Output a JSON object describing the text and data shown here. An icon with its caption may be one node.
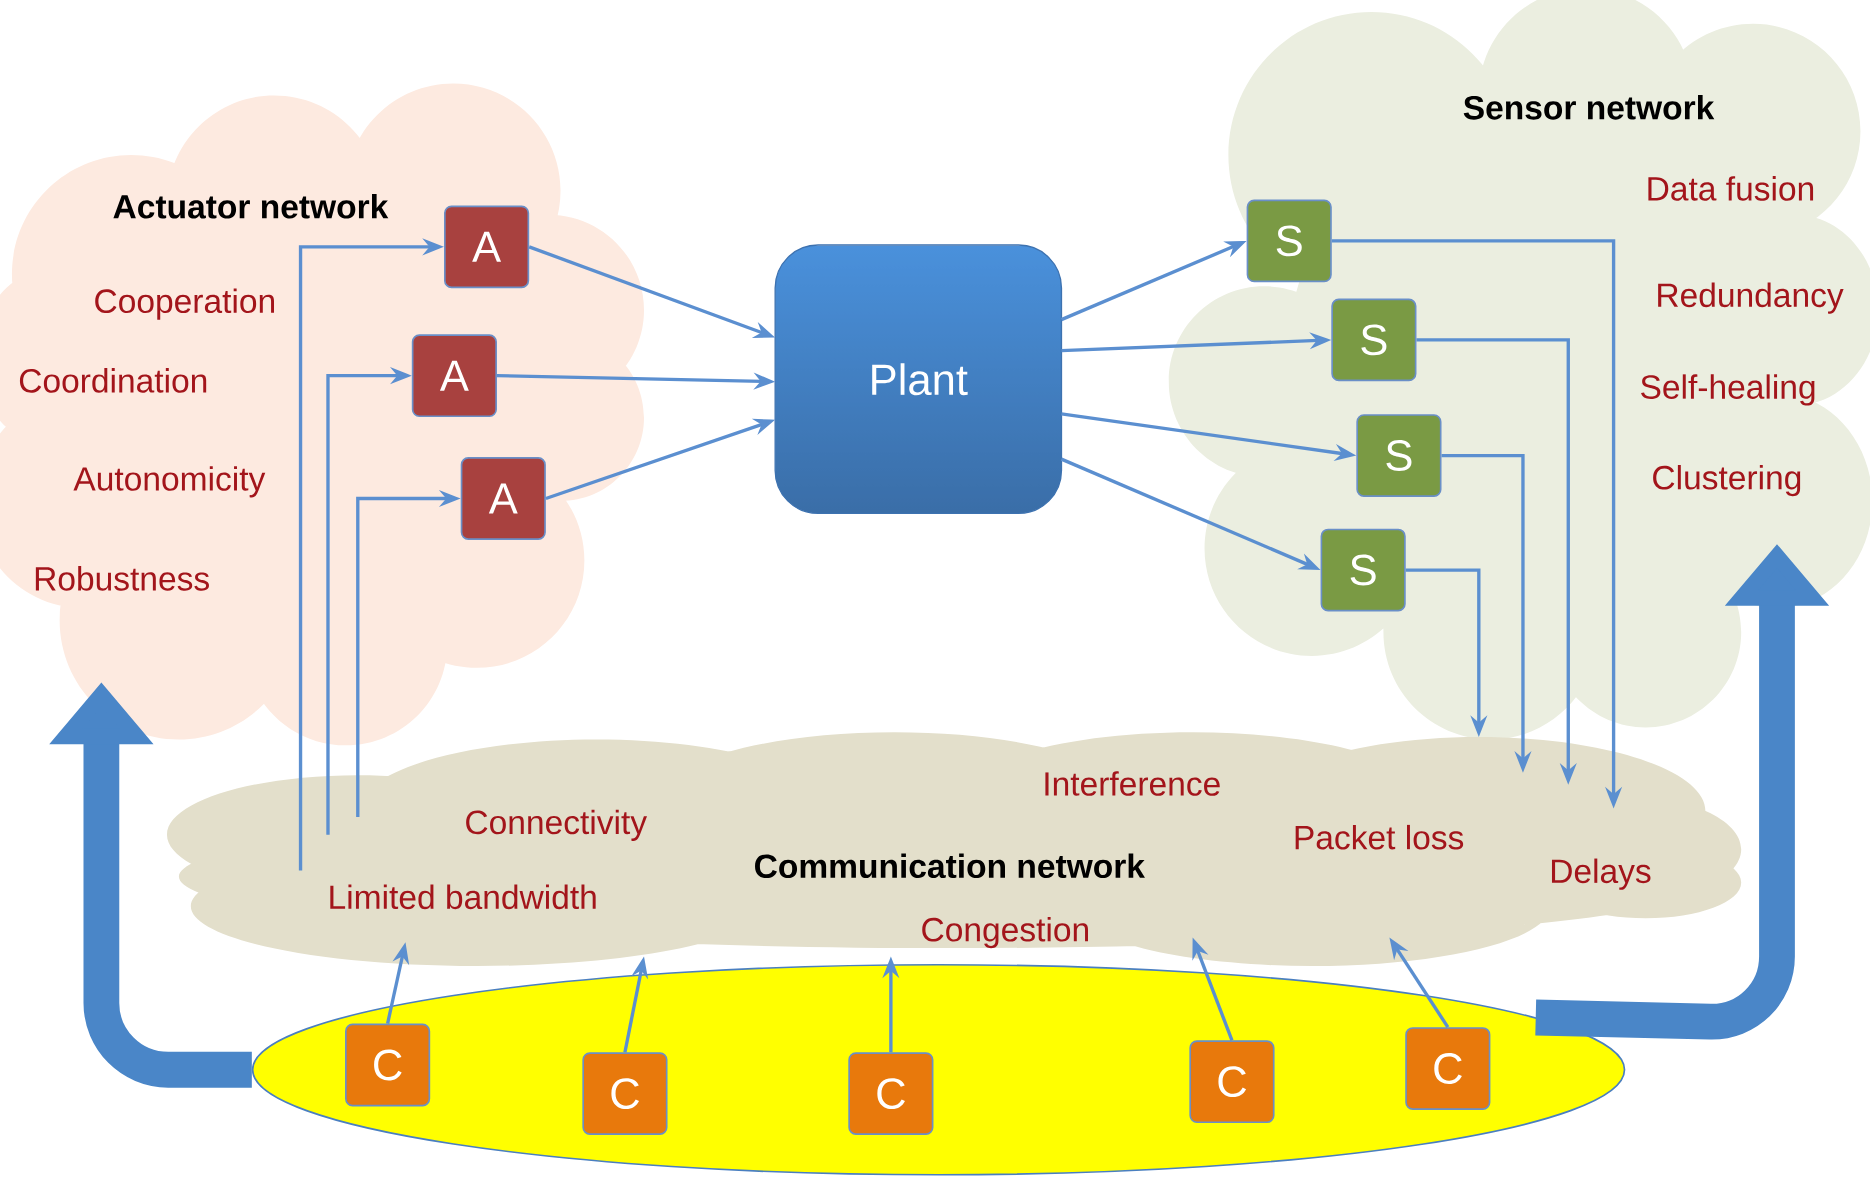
{
  "diagram": {
    "nodes": [
      {
        "text": [
          "Actuator network",
          "Cooperation",
          "Coordination",
          "Autonomicity",
          "Robustness"
        ]
      },
      {
        "text": [
          "Sensor network",
          "Data fusion",
          "Redundancy",
          "Self-healing",
          "Clustering"
        ]
      },
      {
        "text": [
          "Interference",
          "Connectivity",
          "Packet loss",
          "Communication network",
          "Delays",
          "Limited bandwidth",
          "Congestion"
        ]
      },
      {
        "text": [],
        "shape": "ellipse"
      },
      {
        "text": [
          "Plant"
        ]
      },
      {
        "text": [
          "A"
        ],
        "in": 0
      },
      {
        "text": [
          "A"
        ],
        "in": 0
      },
      {
        "text": [
          "A"
        ],
        "in": 0
      },
      {
        "text": [
          "S"
        ],
        "in": 1
      },
      {
        "text": [
          "S"
        ],
        "in": 1
      },
      {
        "text": [
          "S"
        ],
        "in": 1
      },
      {
        "text": [
          "S"
        ],
        "in": 1
      },
      {
        "text": [
          "C"
        ],
        "in": 3
      },
      {
        "text": [
          "C"
        ],
        "in": 3
      },
      {
        "text": [
          "C"
        ],
        "in": 3
      },
      {
        "text": [
          "C"
        ],
        "in": 3
      },
      {
        "text": [
          "C"
        ],
        "in": 3
      }
    ],
    "edges": [
      {
        "from": 2,
        "to": 5,
        "arrow": "to"
      },
      {
        "from": 2,
        "to": 6,
        "arrow": "to"
      },
      {
        "from": 2,
        "to": 7,
        "arrow": "to"
      },
      {
        "from": 5,
        "to": 4,
        "arrow": "to"
      },
      {
        "from": 6,
        "to": 4,
        "arrow": "to"
      },
      {
        "from": 7,
        "to": 4,
        "arrow": "to"
      },
      {
        "from": 4,
        "to": 8,
        "arrow": "to"
      },
      {
        "from": 4,
        "to": 9,
        "arrow": "to"
      },
      {
        "from": 4,
        "to": 10,
        "arrow": "to"
      },
      {
        "from": 4,
        "to": 11,
        "arrow": "to"
      },
      {
        "from": 8,
        "to": 2,
        "arrow": "to"
      },
      {
        "from": 9,
        "to": 2,
        "arrow": "to"
      },
      {
        "from": 10,
        "to": 2,
        "arrow": "to"
      },
      {
        "from": 11,
        "to": 2,
        "arrow": "to"
      },
      {
        "from": 12,
        "to": 2,
        "arrow": "to"
      },
      {
        "from": 13,
        "to": 2,
        "arrow": "to"
      },
      {
        "from": 14,
        "to": 2,
        "arrow": "to"
      },
      {
        "from": 15,
        "to": 2,
        "arrow": "to"
      },
      {
        "from": 16,
        "to": 2,
        "arrow": "to"
      },
      {
        "from": 3,
        "to": 0,
        "arrow": "to",
        "style": "thick"
      },
      {
        "from": 3,
        "to": 1,
        "arrow": "to",
        "style": "thick"
      }
    ]
  }
}
